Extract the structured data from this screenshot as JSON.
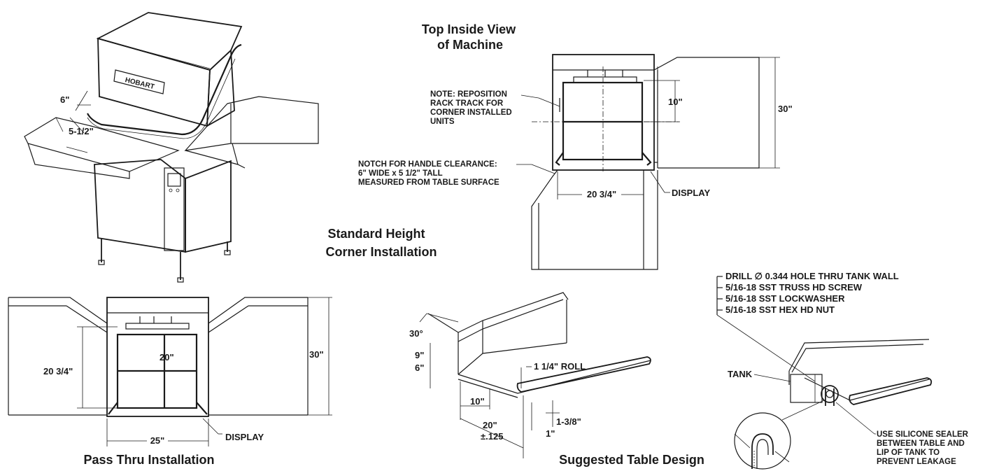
{
  "titles": {
    "top_inside": [
      "Top Inside View",
      "of Machine"
    ],
    "corner": [
      "Standard Height",
      "Corner Installation"
    ],
    "pass_thru": "Pass Thru Installation",
    "table_design": "Suggested Table Design"
  },
  "brand": "HOBART",
  "machine_dims": {
    "notch_width": "6\"",
    "notch_height": "5-1/2\""
  },
  "top_view": {
    "note_reposition": [
      "NOTE: REPOSITION",
      "RACK TRACK FOR",
      "CORNER INSTALLED",
      "UNITS"
    ],
    "note_notch": [
      "NOTCH FOR HANDLE CLEARANCE:",
      "6\" WIDE x 5 1/2\" TALL",
      "MEASURED FROM TABLE SURFACE"
    ],
    "dim_10": "10\"",
    "dim_30": "30\"",
    "dim_width": "20 3/4\"",
    "display": "DISPLAY"
  },
  "pass_thru": {
    "dim_depth": "20 3/4\"",
    "dim_20": "20\"",
    "dim_30": "30\"",
    "dim_25": "25\"",
    "display": "DISPLAY"
  },
  "table_design": {
    "angle": "30°",
    "dim_9": "9\"",
    "dim_6": "6\"",
    "roll": "1 1/4\" ROLL",
    "dim_10": "10\"",
    "dim_20": "20\"",
    "tol": "±.125",
    "dim_138": "1-3/8\"",
    "dim_1": "1\""
  },
  "mounting": {
    "lines": [
      "DRILL ∅ 0.344 HOLE THRU TANK WALL",
      "5/16-18 SST TRUSS HD SCREW",
      "5/16-18 SST LOCKWASHER",
      "5/16-18 SST HEX HD NUT"
    ],
    "tank": "TANK",
    "sealer": [
      "USE SILICONE SEALER",
      "BETWEEN TABLE AND",
      "LIP OF TANK TO",
      "PREVENT LEAKAGE"
    ]
  }
}
